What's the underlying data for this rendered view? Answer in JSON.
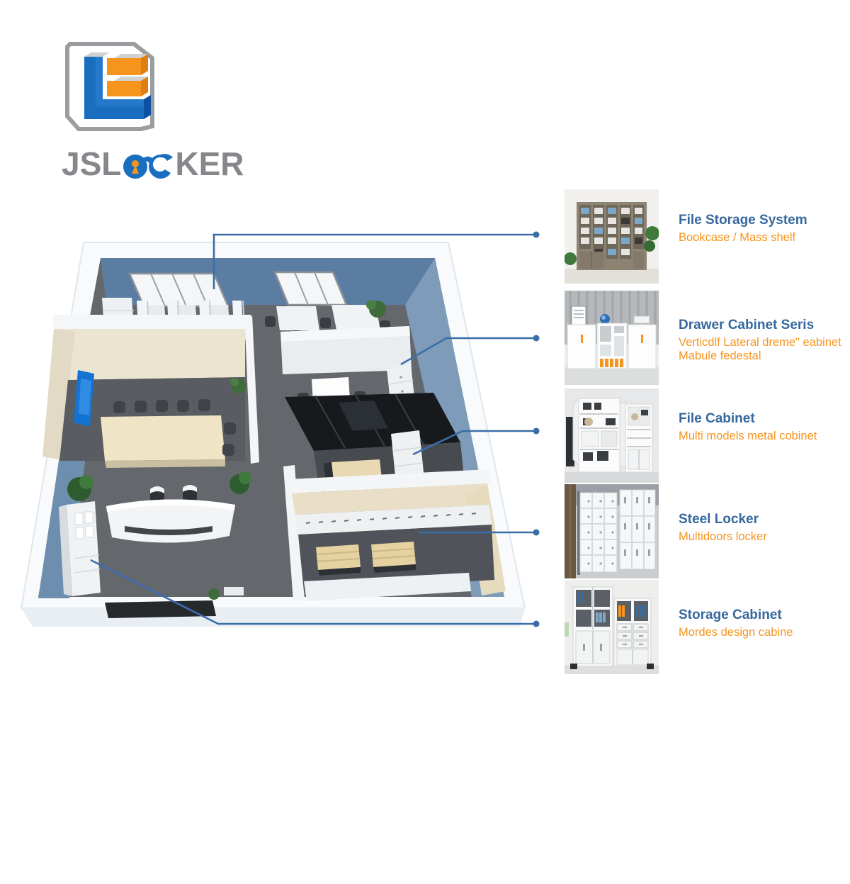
{
  "brand": {
    "prefix": "JSL",
    "suffix": "KER",
    "full_name": "JSLOCKER"
  },
  "colors": {
    "title_blue": "#36689E",
    "subtitle_orange": "#F7941D",
    "callout_blue": "#3A6EA8",
    "logo_gray": "#85878A",
    "logo_blue": "#1A6EC0",
    "logo_orange": "#F7941D",
    "wall_blue": "#5B7DA2",
    "floor_gray": "#64686C"
  },
  "products": [
    {
      "title": "File Storage System",
      "subtitle": "Bookcase / Mass shelf",
      "icon": "bookcase-thumbnail"
    },
    {
      "title": "Drawer Cabinet Seris",
      "subtitle": "Verticdlf Lateral dreme\" eabinet\nMabule fedestal",
      "icon": "drawer-cabinet-thumbnail"
    },
    {
      "title": "File Cabinet",
      "subtitle": "Multi models metal cobinet",
      "icon": "file-cabinet-thumbnail"
    },
    {
      "title": "Steel Locker",
      "subtitle": "Multidoors locker",
      "icon": "steel-locker-thumbnail"
    },
    {
      "title": "Storage Cabinet",
      "subtitle": "Mordes design cabine",
      "icon": "storage-cabinet-thumbnail"
    }
  ]
}
